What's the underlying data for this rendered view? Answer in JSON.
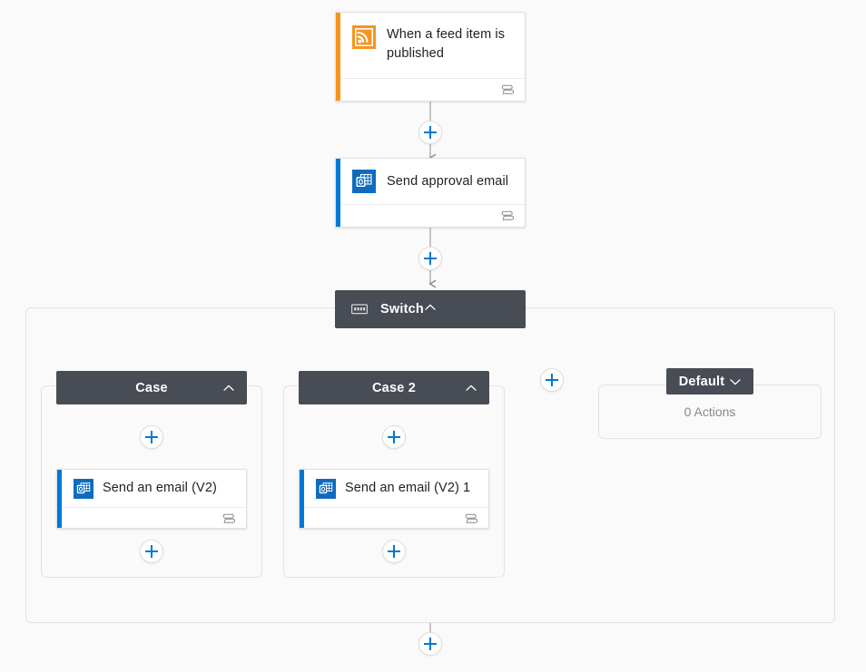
{
  "canvas": {
    "background_color": "#fafafa",
    "accent_color": "#0078d4",
    "branch_header_color": "#484c54",
    "trigger_accent_color": "#f7941d",
    "action_accent_color": "#0078d4"
  },
  "trigger": {
    "title": "When a feed item is published",
    "icon": "rss-icon",
    "accent": "#f7941d",
    "comment_icon": "comment-icon"
  },
  "actions": {
    "approval": {
      "title": "Send approval email",
      "icon": "outlook-icon",
      "accent": "#0078d4",
      "comment_icon": "comment-icon"
    },
    "case1_email": {
      "title": "Send an email (V2)",
      "icon": "outlook-icon",
      "accent": "#0078d4",
      "comment_icon": "comment-icon"
    },
    "case2_email": {
      "title": "Send an email (V2) 1",
      "icon": "outlook-icon",
      "accent": "#0078d4",
      "comment_icon": "comment-icon"
    }
  },
  "switch": {
    "label": "Switch",
    "icon": "switch-icon",
    "collapse_icon": "chevron-up-icon",
    "expanded": true
  },
  "branches": [
    {
      "label": "Case",
      "collapse_icon": "chevron-up-icon",
      "expanded": true,
      "actions": [
        "Send an email (V2)"
      ]
    },
    {
      "label": "Case 2",
      "collapse_icon": "chevron-up-icon",
      "expanded": true,
      "actions": [
        "Send an email (V2) 1"
      ]
    },
    {
      "label": "Default",
      "collapse_icon": "chevron-down-icon",
      "expanded": false,
      "empty_label": "0 Actions",
      "actions": []
    }
  ],
  "add_buttons": {
    "after_trigger": "+",
    "after_approval": "+",
    "case1_top": "+",
    "case1_bottom": "+",
    "case2_top": "+",
    "case2_bottom": "+",
    "add_case": "+",
    "after_switch": "+"
  }
}
